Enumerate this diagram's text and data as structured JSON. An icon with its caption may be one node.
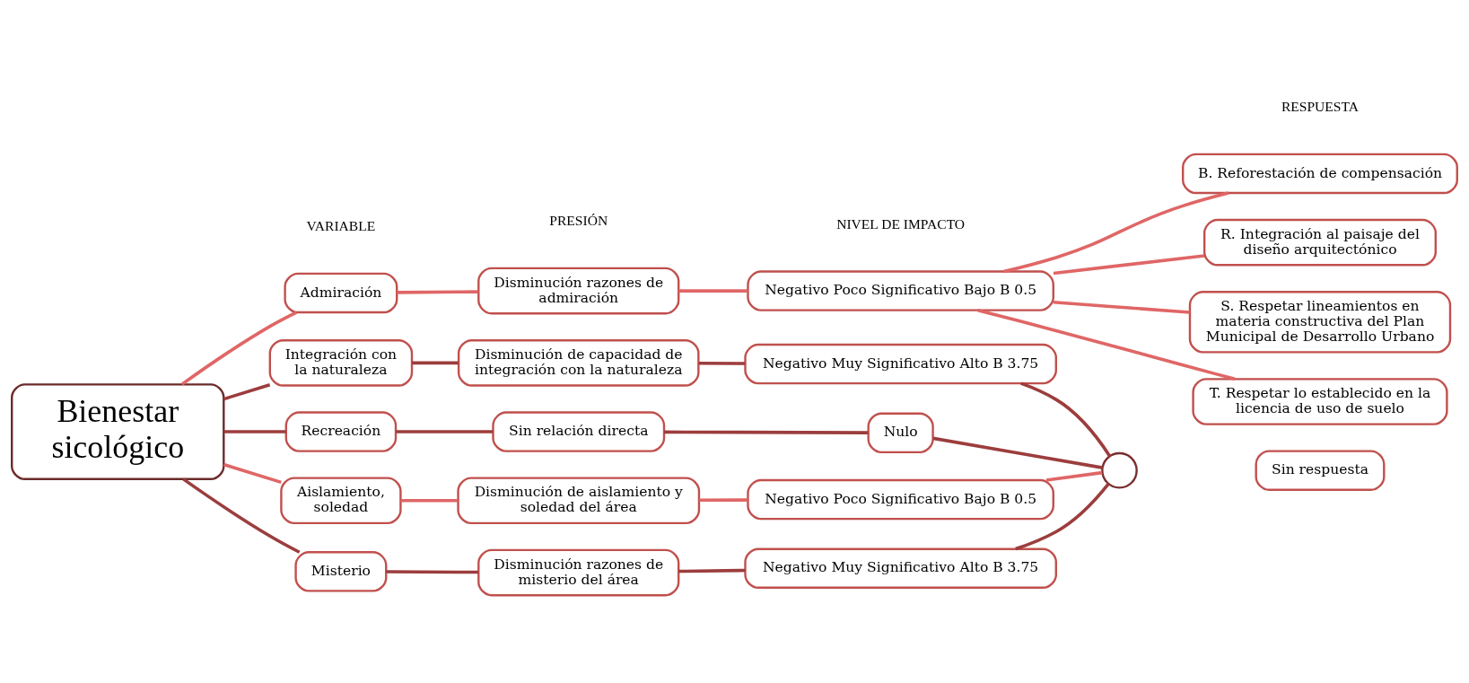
{
  "diagram": {
    "nodes": [
      {
        "text": [
          "Bienestar sicológico"
        ]
      },
      {
        "text": [
          "Admiración"
        ]
      },
      {
        "text": [
          "Aislamiento, soledad"
        ]
      },
      {
        "text": [
          "Misterio"
        ]
      },
      {
        "text": [
          "Integración con la naturaleza"
        ]
      },
      {
        "text": [
          "Recreación"
        ]
      },
      {
        "text": [
          "Disminución razones de admiración"
        ]
      },
      {
        "text": [
          "Disminución de aislamiento y soledad del área"
        ]
      },
      {
        "text": [
          "Disminución razones de misterio del área"
        ]
      },
      {
        "text": [
          "Disminución de capacidad de integración con la naturaleza"
        ]
      },
      {
        "text": [
          "Sin relación directa"
        ]
      },
      {
        "text": [
          "Negativo Poco Significativo Bajo B 0.5"
        ]
      },
      {
        "text": [
          "Negativo Poco Significativo Bajo B 0.5"
        ]
      },
      {
        "text": [
          "Negativo Muy Significativo Alto B 3.75"
        ]
      },
      {
        "text": [
          "Negativo Muy Significativo Alto B 3.75"
        ]
      },
      {
        "text": [
          "Nulo"
        ]
      },
      {
        "text": [
          "B. Reforestación de compensación"
        ]
      },
      {
        "text": [
          "R. Integración al paisaje del diseño arquitectónico"
        ]
      },
      {
        "text": [
          "S. Respetar lineamientos en materia constructiva del Plan Municipal de Desarrollo Urbano"
        ]
      },
      {
        "text": [
          "T. Respetar lo establecido en la licencia de uso de suelo"
        ]
      },
      {
        "text": [
          "Sin respuesta"
        ]
      },
      {
        "text": [],
        "shape": "circle"
      }
    ],
    "edges": [
      {
        "from": 0,
        "to": 1,
        "arrow": "none"
      },
      {
        "from": 0,
        "to": 2,
        "arrow": "none"
      },
      {
        "from": 0,
        "to": 3,
        "arrow": "none",
        "color": "#9c3d3d"
      },
      {
        "from": 0,
        "to": 4,
        "arrow": "none",
        "color": "#9c3d3d"
      },
      {
        "from": 0,
        "to": 5,
        "arrow": "none",
        "color": "#9c3d3d"
      },
      {
        "from": 1,
        "to": 6,
        "arrow": "none"
      },
      {
        "from": 2,
        "to": 7,
        "arrow": "none"
      },
      {
        "from": 3,
        "to": 8,
        "arrow": "none",
        "color": "#9c3d3d"
      },
      {
        "from": 4,
        "to": 9,
        "arrow": "none",
        "color": "#9c3d3d"
      },
      {
        "from": 5,
        "to": 10,
        "arrow": "none",
        "color": "#9c3d3d"
      },
      {
        "from": 6,
        "to": 11,
        "arrow": "none"
      },
      {
        "from": 7,
        "to": 12,
        "arrow": "none"
      },
      {
        "from": 8,
        "to": 13,
        "arrow": "none",
        "color": "#9c3d3d"
      },
      {
        "from": 9,
        "to": 14,
        "arrow": "none",
        "color": "#9c3d3d"
      },
      {
        "from": 10,
        "to": 15,
        "arrow": "none",
        "color": "#9c3d3d"
      },
      {
        "from": 11,
        "to": 16,
        "arrow": "none"
      },
      {
        "from": 11,
        "to": 17,
        "arrow": "none"
      },
      {
        "from": 11,
        "to": 18,
        "arrow": "none"
      },
      {
        "from": 11,
        "to": 19,
        "arrow": "none"
      },
      {
        "from": 12,
        "to": 21,
        "arrow": "none"
      },
      {
        "from": 13,
        "to": 21,
        "arrow": "none",
        "color": "#9c3d3d"
      },
      {
        "from": 14,
        "to": 21,
        "arrow": "none",
        "color": "#9c3d3d"
      },
      {
        "from": 15,
        "to": 21,
        "arrow": "none",
        "color": "#9c3d3d"
      }
    ],
    "labels": [
      "VARIABLE",
      "PRESIÓN",
      "NIVEL DE IMPACTO",
      "RESPUESTA"
    ]
  }
}
